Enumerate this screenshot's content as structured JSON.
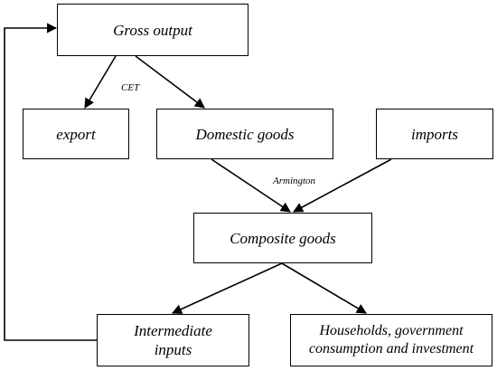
{
  "diagram": {
    "nodes": {
      "gross_output": "Gross output",
      "export": "export",
      "domestic_goods": "Domestic goods",
      "imports": "imports",
      "composite_goods": "Composite goods",
      "intermediate_inputs": [
        "Intermediate",
        "inputs"
      ],
      "households": [
        "Households, government",
        "consumption and investment"
      ]
    },
    "edge_labels": {
      "cet": "CET",
      "armington": "Armington"
    },
    "edges": [
      {
        "from": "gross_output",
        "to": "export",
        "label": "cet"
      },
      {
        "from": "gross_output",
        "to": "domestic_goods",
        "label": "cet"
      },
      {
        "from": "domestic_goods",
        "to": "composite_goods",
        "label": "armington"
      },
      {
        "from": "imports",
        "to": "composite_goods"
      },
      {
        "from": "composite_goods",
        "to": "intermediate_inputs"
      },
      {
        "from": "composite_goods",
        "to": "households"
      },
      {
        "from": "intermediate_inputs",
        "to": "gross_output"
      }
    ]
  }
}
